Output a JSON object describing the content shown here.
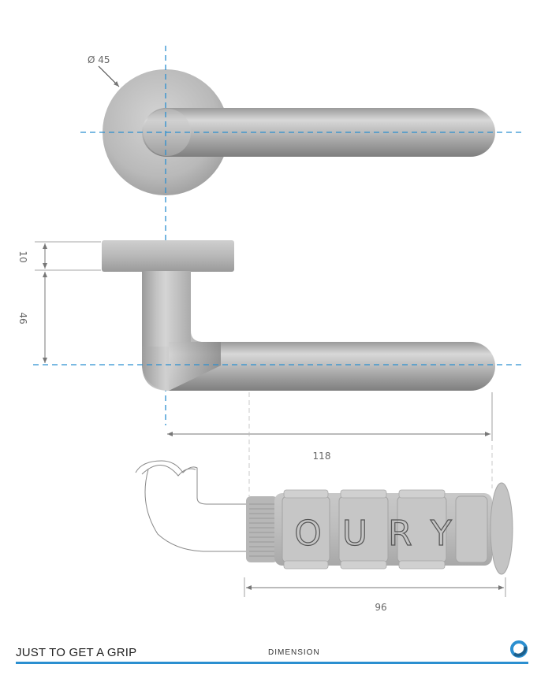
{
  "dimensions": {
    "rose_diameter": "Ø 45",
    "rose_thickness": "10",
    "projection": "46",
    "lever_length": "118",
    "grip_length": "96"
  },
  "grip_logo_text": "OURY",
  "footer": {
    "title": "JUST TO GET A GRIP",
    "section": "DIMENSION"
  },
  "colors": {
    "centerline": "#2b8fd0",
    "accent_rule": "#2b8fd0",
    "dimension_line": "#777777"
  }
}
